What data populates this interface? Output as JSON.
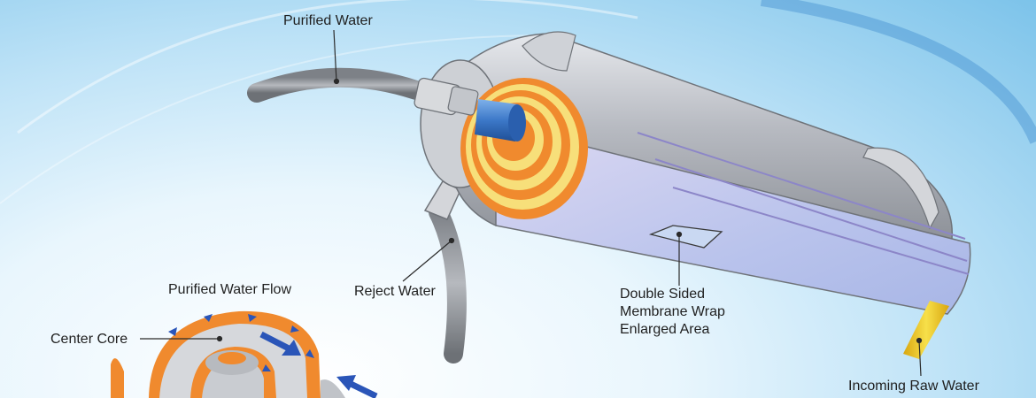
{
  "labels": {
    "purified_water": "Purified Water",
    "reject_water": "Reject Water",
    "purified_water_flow": "Purified Water Flow",
    "center_core": "Center Core",
    "membrane_wrap_line1": "Double Sided",
    "membrane_wrap_line2": "Membrane Wrap",
    "membrane_wrap_line3": "Enlarged Area",
    "incoming_raw_water": "Incoming Raw Water"
  },
  "colors": {
    "background_light": "#e9f6fd",
    "background_deep": "#7cc3ea",
    "housing": "#b9bcc2",
    "membrane_orange": "#f08a2e",
    "membrane_yellow": "#f7df7a",
    "center_tube_blue": "#3c78c8",
    "flow_arrow_blue": "#2a55b8",
    "raw_water_yellow": "#f1cc22",
    "tube_gray": "#8c9096"
  }
}
